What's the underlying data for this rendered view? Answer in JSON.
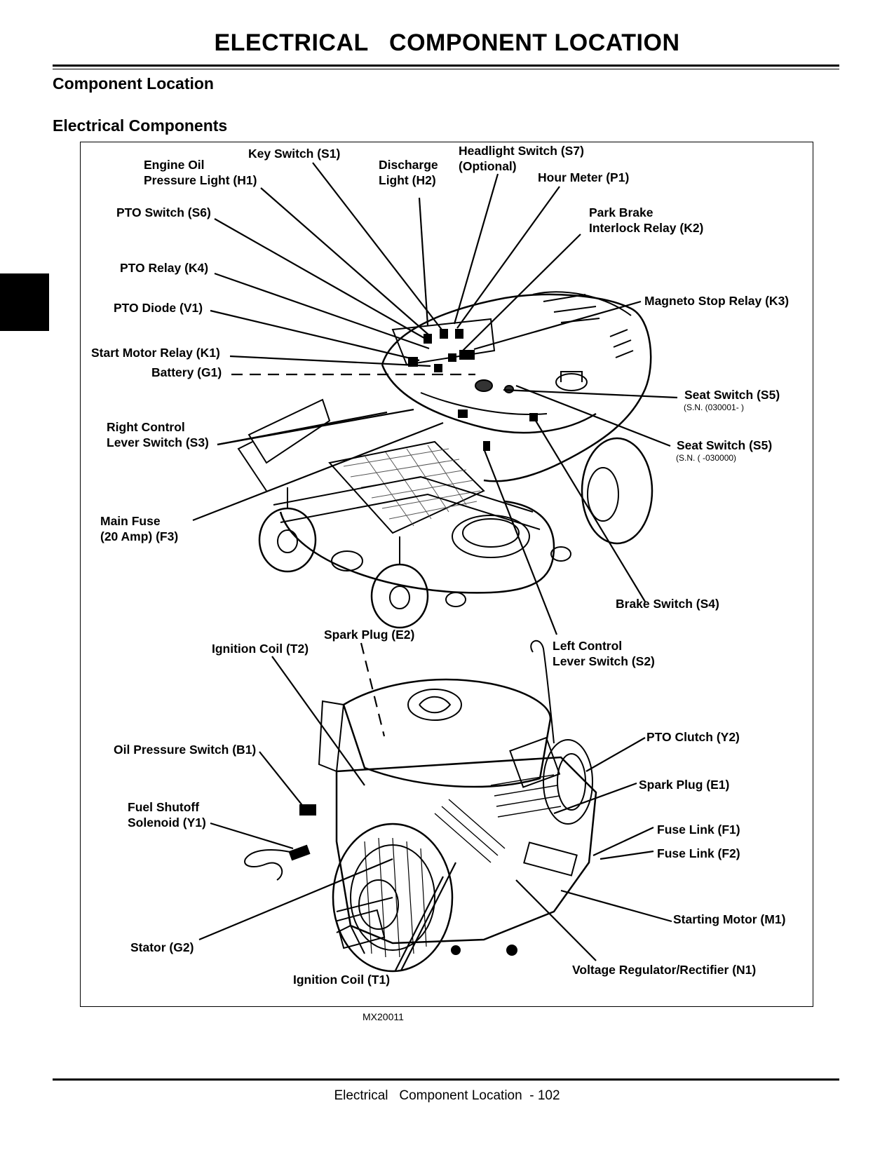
{
  "page_title": "ELECTRICAL   COMPONENT LOCATION",
  "section_heading": "Component Location",
  "subsection_heading": "Electrical Components",
  "figure_id": "MX20011",
  "footer": "Electrical   Component Location  - 102",
  "labels": {
    "engine_oil_pressure_light": "Engine Oil\nPressure Light (H1)",
    "key_switch": "Key Switch (S1)",
    "discharge_light": "Discharge\nLight (H2)",
    "headlight_switch": "Headlight Switch (S7)\n(Optional)",
    "hour_meter": "Hour Meter (P1)",
    "pto_switch": "PTO Switch (S6)",
    "park_brake_interlock_relay": "Park Brake\nInterlock Relay (K2)",
    "pto_relay": "PTO Relay (K4)",
    "magneto_stop_relay": "Magneto Stop Relay (K3)",
    "pto_diode": "PTO Diode (V1)",
    "start_motor_relay": "Start Motor Relay (K1)",
    "battery": "Battery (G1)",
    "seat_switch_a": "Seat Switch (S5)",
    "seat_switch_a_sn": "(S.N. (030001- )",
    "seat_switch_b": "Seat Switch (S5)",
    "seat_switch_b_sn": "(S.N. ( -030000)",
    "right_control_lever_switch": "Right Control\nLever Switch (S3)",
    "main_fuse": "Main Fuse\n(20 Amp) (F3)",
    "brake_switch": "Brake Switch (S4)",
    "spark_plug_e2": "Spark Plug (E2)",
    "ignition_coil_t2": "Ignition Coil (T2)",
    "left_control_lever_switch": "Left Control\nLever Switch (S2)",
    "pto_clutch": "PTO Clutch (Y2)",
    "oil_pressure_switch": "Oil Pressure Switch (B1)",
    "spark_plug_e1": "Spark Plug (E1)",
    "fuel_shutoff_solenoid": "Fuel Shutoff\nSolenoid (Y1)",
    "fuse_link_f1": "Fuse Link (F1)",
    "fuse_link_f2": "Fuse Link (F2)",
    "starting_motor": "Starting Motor (M1)",
    "stator": "Stator (G2)",
    "ignition_coil_t1": "Ignition Coil (T1)",
    "voltage_regulator": "Voltage Regulator/Rectifier (N1)"
  }
}
